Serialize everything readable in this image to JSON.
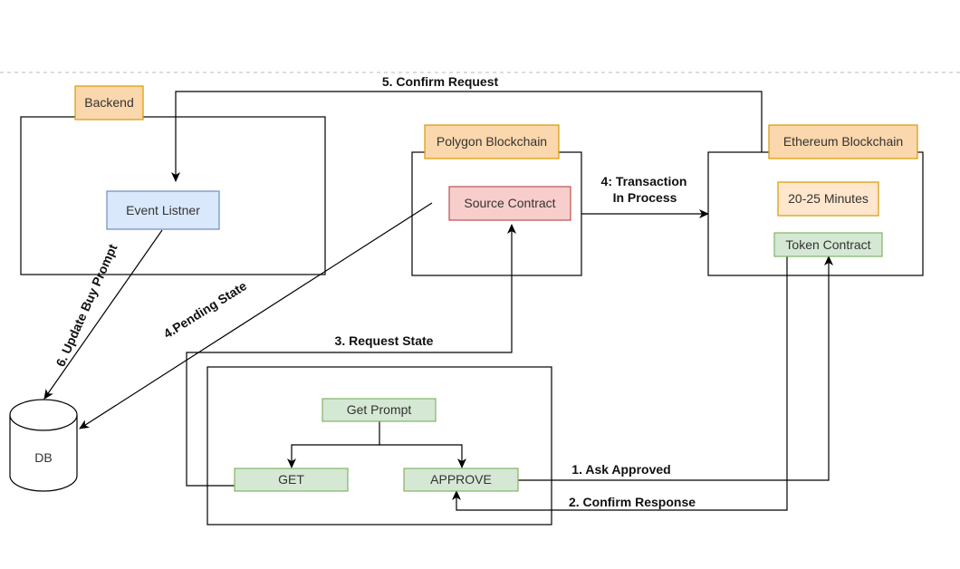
{
  "nodes": {
    "backend": "Backend",
    "event_listener": "Event Listner",
    "polygon": "Polygon Blockchain",
    "source_contract": "Source Contract",
    "ethereum": "Ethereum Blockchain",
    "duration": "20-25 Minutes",
    "token_contract": "Token Contract",
    "db": "DB",
    "get_prompt": "Get Prompt",
    "get": "GET",
    "approve": "APPROVE"
  },
  "edges": {
    "confirm_request": "5. Confirm Request",
    "transaction_line1": "4: Transaction",
    "transaction_line2": "In Process",
    "update_buy_prompt": "6. Update Buy Prompt",
    "pending_state": "4.Pending State",
    "request_state": "3. Request State",
    "ask_approved": "1. Ask Approved",
    "confirm_response": "2. Confirm Response"
  },
  "colors": {
    "orange_fill": "#fad7ac",
    "orange_stroke": "#d79b00",
    "blue_fill": "#dae8fc",
    "blue_stroke": "#6c8ebf",
    "red_fill": "#f8cecc",
    "red_stroke": "#b85450",
    "green_fill": "#d5e8d4",
    "green_stroke": "#82b366",
    "light_orange_fill": "#ffe6cc"
  }
}
